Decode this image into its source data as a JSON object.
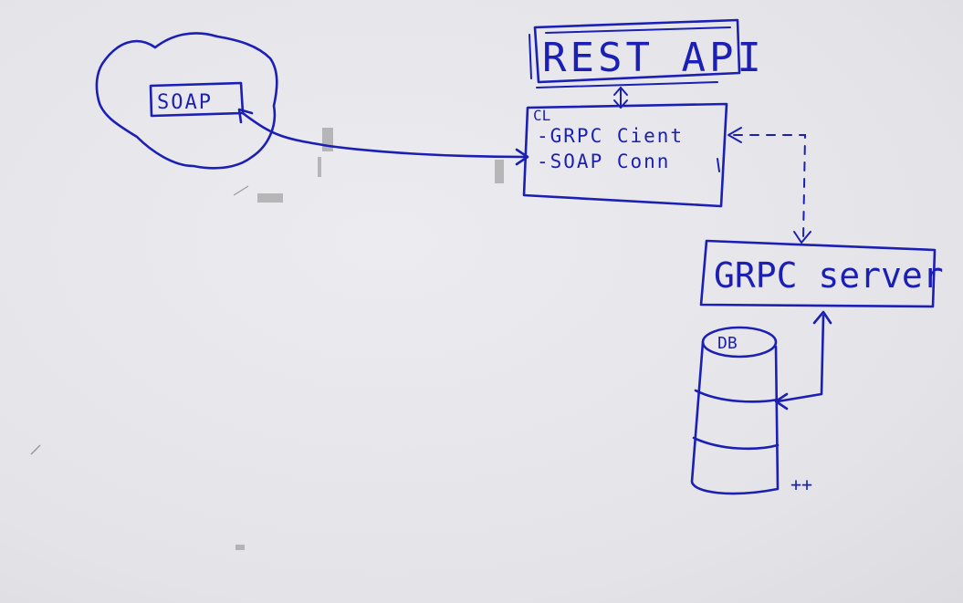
{
  "diagram": {
    "nodes": {
      "soap": {
        "label": "SOAP"
      },
      "rest_api": {
        "label": "REST API"
      },
      "client": {
        "title": "CL",
        "items": [
          "-GRPC Cient",
          "-SOAP Conn"
        ]
      },
      "grpc_server": {
        "label": "GRPC server"
      },
      "db": {
        "label": "DB",
        "note": "++"
      }
    },
    "edges": [
      {
        "from": "rest_api",
        "to": "client",
        "style": "solid",
        "arrows": "both"
      },
      {
        "from": "soap",
        "to": "client",
        "style": "solid",
        "arrows": "both"
      },
      {
        "from": "grpc_server",
        "to": "client",
        "style": "dashed",
        "arrows": "both"
      },
      {
        "from": "grpc_server",
        "to": "db",
        "style": "solid",
        "arrows": "both"
      }
    ],
    "ink_color": "#1b1fb4",
    "board_color": "#e6e6ea"
  }
}
